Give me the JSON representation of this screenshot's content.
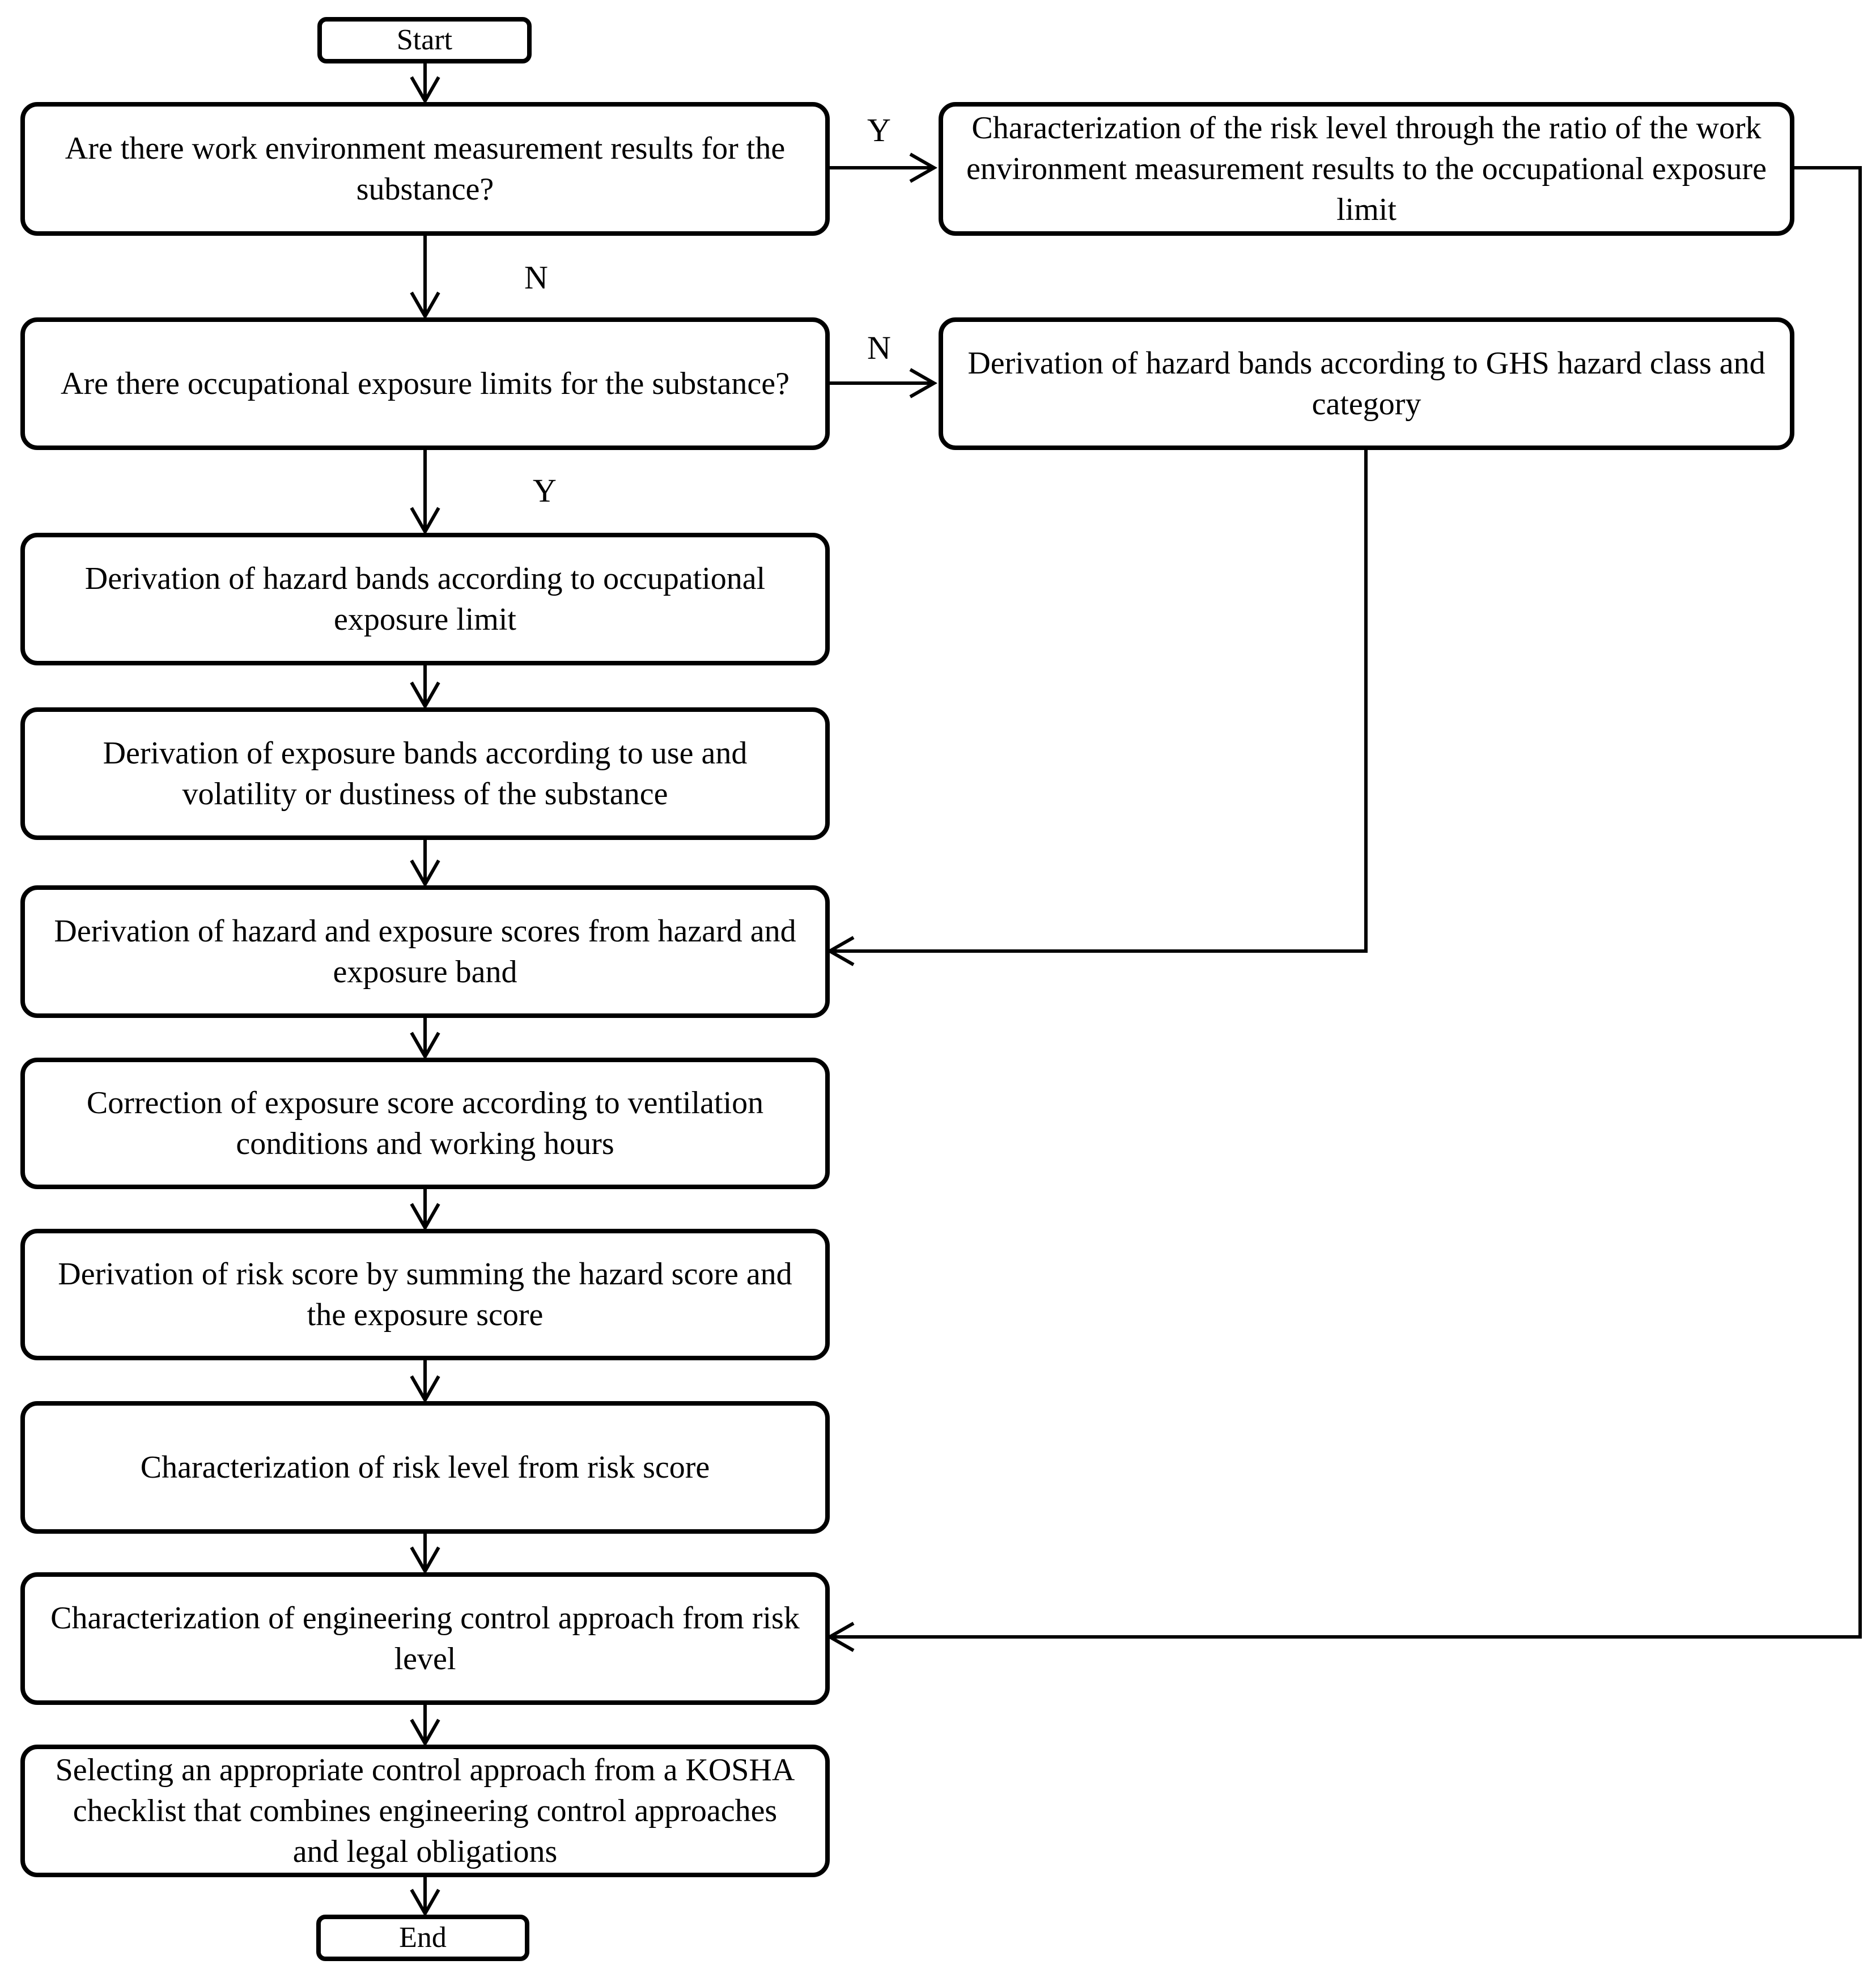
{
  "start": "Start",
  "end": "End",
  "q1": {
    "text": "Are there work environment measurement results for the substance?",
    "yes_label": "Y",
    "no_label": "N"
  },
  "q2": {
    "text": "Are there occupational exposure limits for the substance?",
    "yes_label": "Y",
    "no_label": "N"
  },
  "branch_q1_yes": "Characterization of the risk level through the ratio of the work environment measurement results to the occupational exposure limit",
  "branch_q2_no": "Derivation of hazard bands according to GHS hazard class and category",
  "steps": [
    "Derivation of hazard bands according to occupational exposure limit",
    "Derivation of exposure bands according to use and volatility or dustiness of the substance",
    "Derivation of hazard and exposure scores from hazard and exposure band",
    "Correction of exposure score according to ventilation conditions and working hours",
    "Derivation of risk score by summing the hazard score and the exposure score",
    "Characterization of risk level from risk score",
    "Characterization of engineering control approach from risk level",
    "Selecting an appropriate control approach from a KOSHA checklist that combines engineering control approaches and legal obligations"
  ],
  "colors": {
    "stroke": "#000000",
    "fill": "#ffffff",
    "text": "#000000"
  }
}
